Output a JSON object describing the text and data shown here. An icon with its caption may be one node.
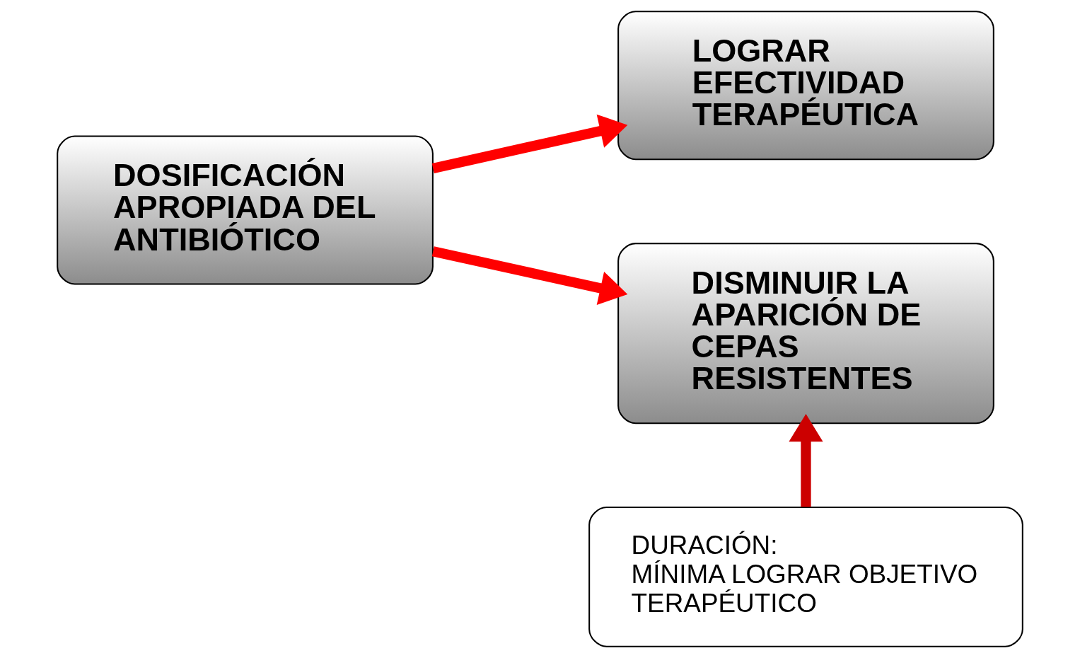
{
  "diagram": {
    "nodes": [
      {
        "text": [
          "DOSIFICACIÓN APROPIADA DEL ANTIBIÓTICO"
        ]
      },
      {
        "text": [
          "LOGRAR EFECTIVIDAD TERAPÉUTICA"
        ]
      },
      {
        "text": [
          "DISMINUIR LA APARICIÓN DE CEPAS RESISTENTES"
        ]
      },
      {
        "text": [
          "DURACIÓN:",
          "MÍNIMA LOGRAR OBJETIVO TERAPÉUTICO"
        ]
      }
    ],
    "edges": [
      {
        "from": 0,
        "to": 1,
        "arrow": "to"
      },
      {
        "from": 0,
        "to": 2,
        "arrow": "to"
      },
      {
        "from": 3,
        "to": 2,
        "arrow": "to",
        "color": "#cc0000"
      }
    ]
  }
}
